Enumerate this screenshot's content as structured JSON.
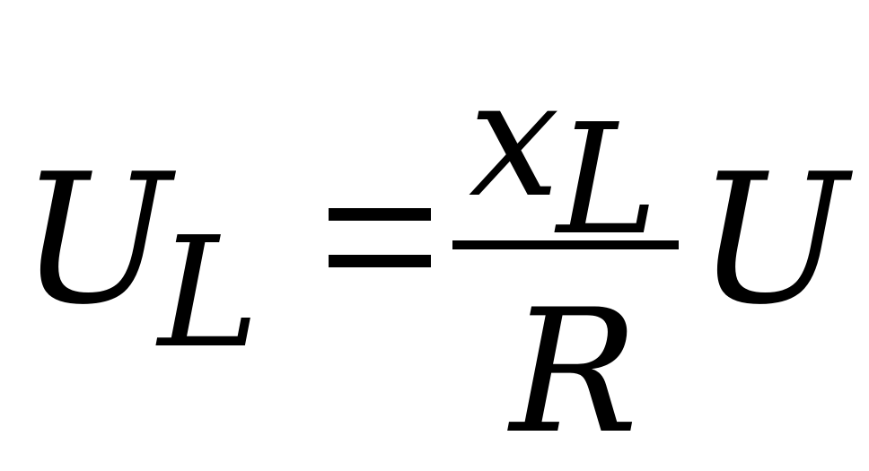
{
  "formula": {
    "lhs": {
      "symbol": "U",
      "subscript": "L"
    },
    "equals": "=",
    "fraction": {
      "numerator": {
        "symbol": "x",
        "subscript": "L"
      },
      "denominator": "R"
    },
    "rhs": {
      "symbol": "U"
    }
  }
}
